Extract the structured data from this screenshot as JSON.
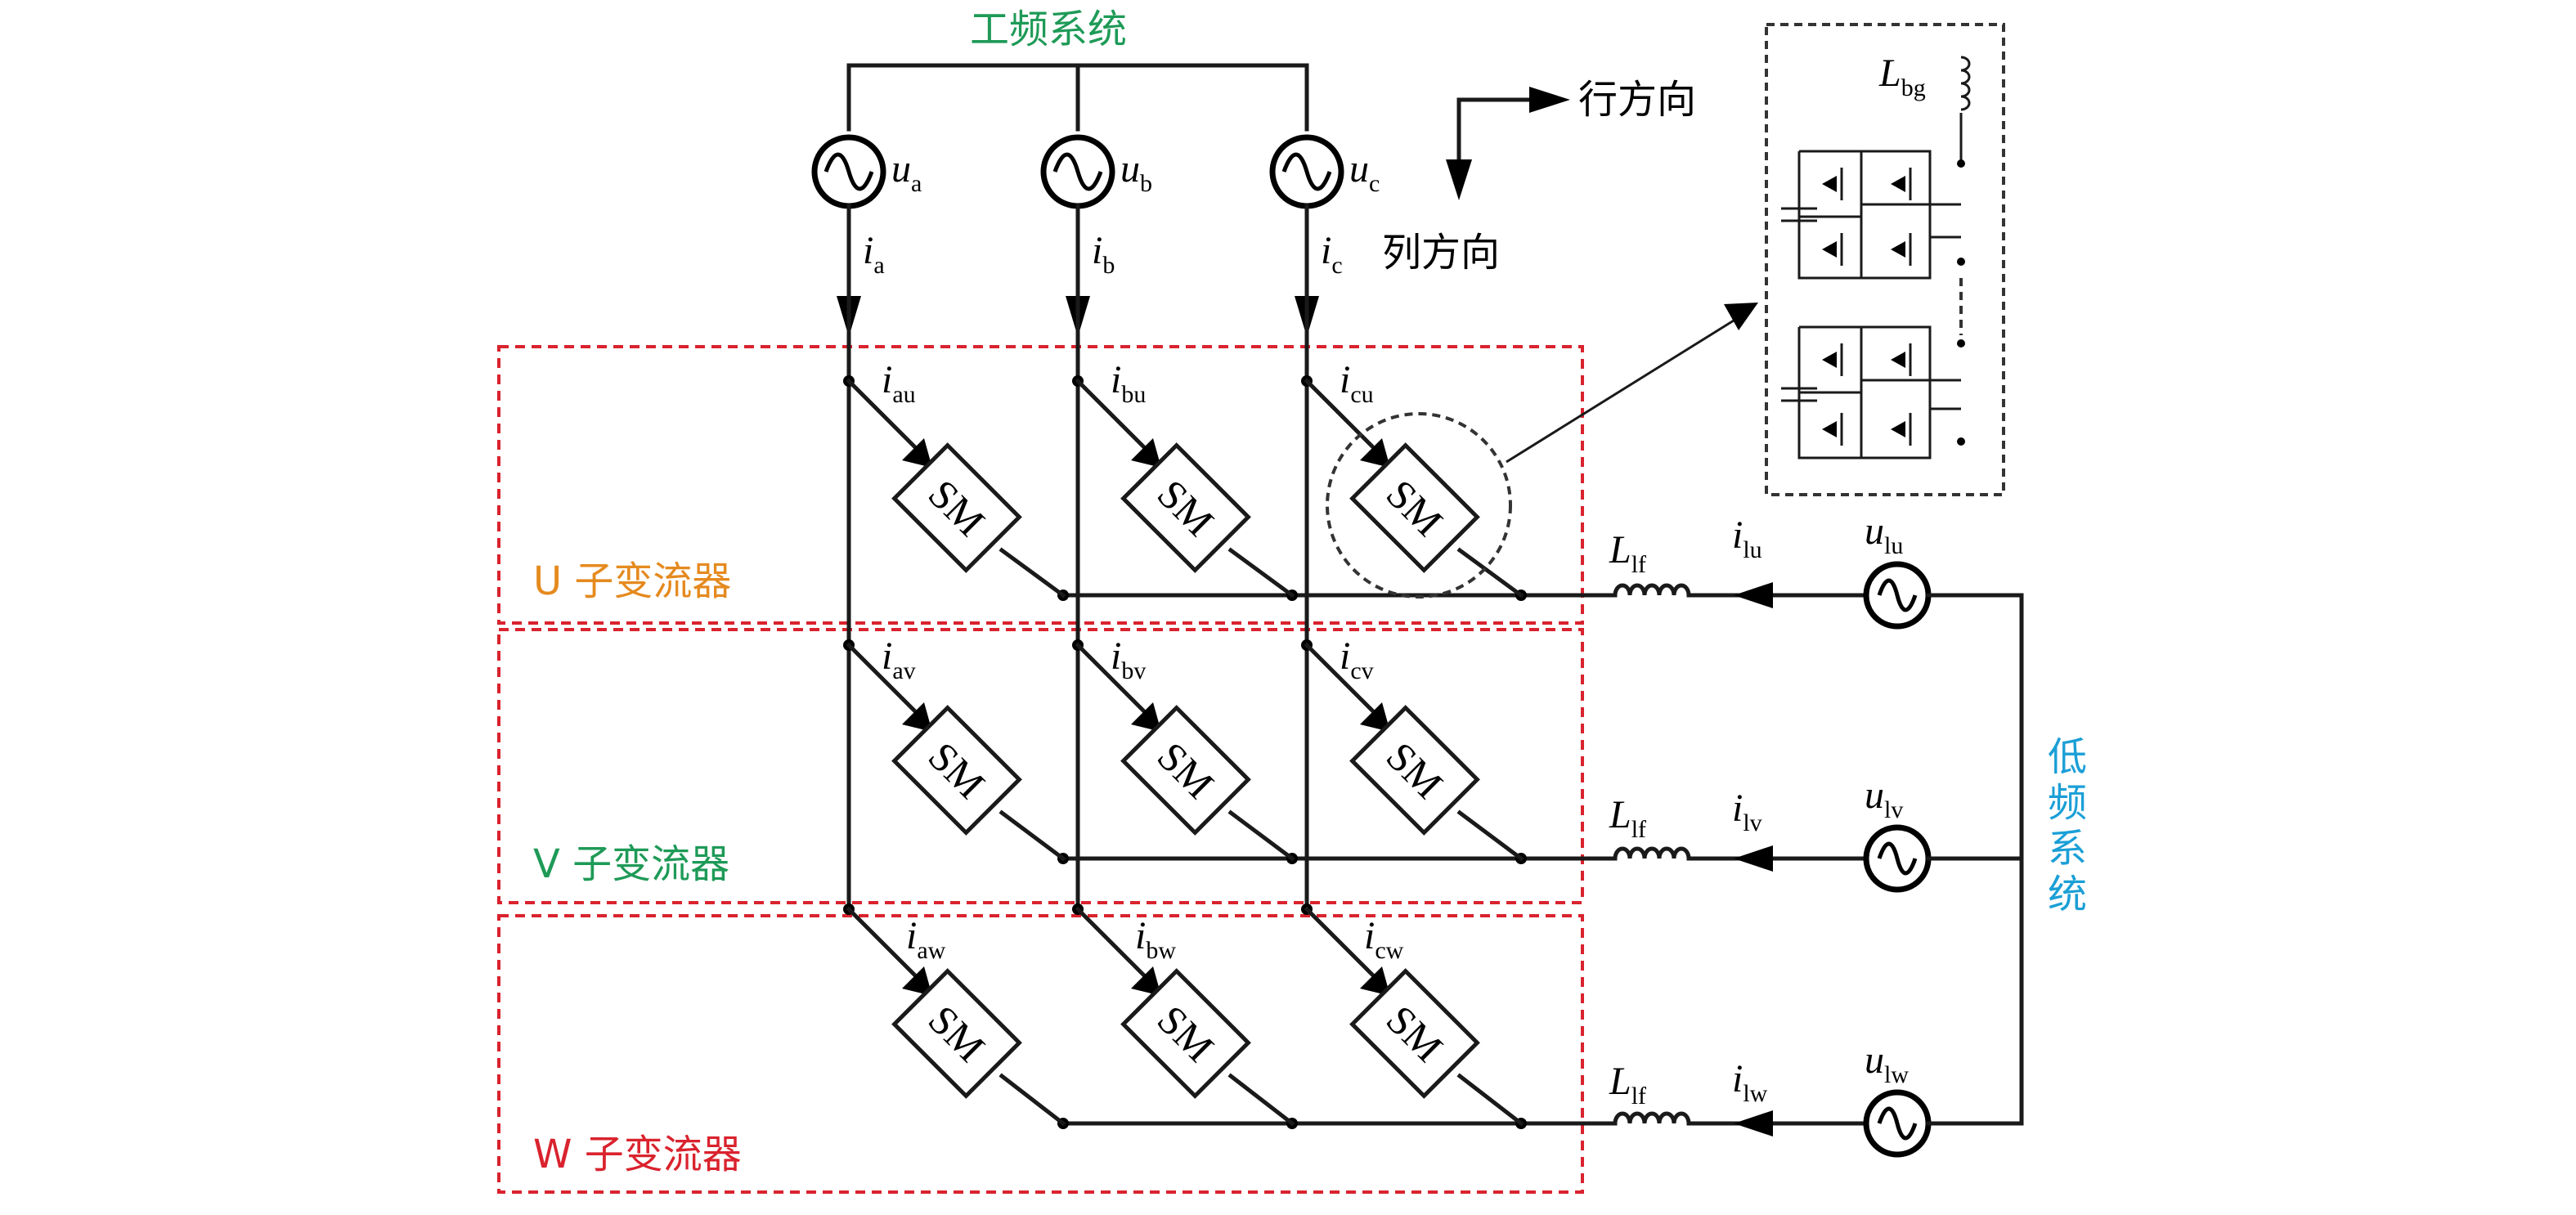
{
  "grid_system_label": "工频系统",
  "low_freq_system_label": [
    "低",
    "频",
    "系",
    "统"
  ],
  "row_direction_label": "行方向",
  "column_direction_label": "列方向",
  "sub_converters": [
    {
      "label": "U 子变流器",
      "color": "#e58a1f"
    },
    {
      "label": "V 子变流器",
      "color": "#1e9a57"
    },
    {
      "label": "W 子变流器",
      "color": "#d9232e"
    }
  ],
  "module_label": "SM",
  "grid_sources": [
    {
      "v_sym": "u",
      "v_sub": "a",
      "i_sym": "i",
      "i_sub": "a"
    },
    {
      "v_sym": "u",
      "v_sub": "b",
      "i_sym": "i",
      "i_sub": "b"
    },
    {
      "v_sym": "u",
      "v_sub": "c",
      "i_sym": "i",
      "i_sub": "c"
    }
  ],
  "arm_currents": [
    [
      {
        "sym": "i",
        "sub": "au"
      },
      {
        "sym": "i",
        "sub": "bu"
      },
      {
        "sym": "i",
        "sub": "cu"
      }
    ],
    [
      {
        "sym": "i",
        "sub": "av"
      },
      {
        "sym": "i",
        "sub": "bv"
      },
      {
        "sym": "i",
        "sub": "cv"
      }
    ],
    [
      {
        "sym": "i",
        "sub": "aw"
      },
      {
        "sym": "i",
        "sub": "bw"
      },
      {
        "sym": "i",
        "sub": "cw"
      }
    ]
  ],
  "low_freq_sources": [
    {
      "v_sym": "u",
      "v_sub": "lu",
      "i_sym": "i",
      "i_sub": "lu",
      "l_sym": "L",
      "l_sub": "lf"
    },
    {
      "v_sym": "u",
      "v_sub": "lv",
      "i_sym": "i",
      "i_sub": "lv",
      "l_sym": "L",
      "l_sub": "lf"
    },
    {
      "v_sym": "u",
      "v_sub": "lw",
      "i_sym": "i",
      "i_sub": "lw",
      "l_sym": "L",
      "l_sub": "lf"
    }
  ],
  "inset_inductor": {
    "sym": "L",
    "sub": "bg"
  },
  "colors": {
    "grid_label": "#1e9a57",
    "low_freq_label": "#1b9fd6",
    "wire": "#1a1a1a"
  }
}
